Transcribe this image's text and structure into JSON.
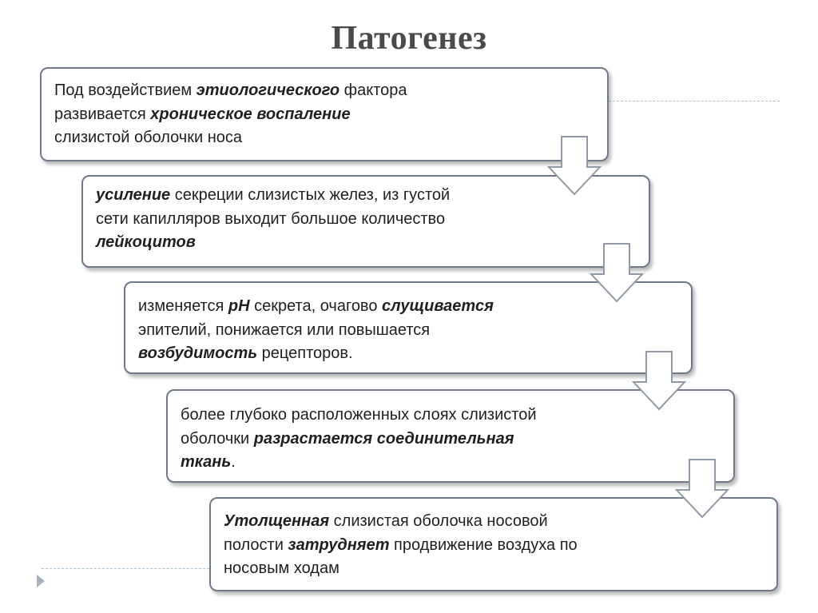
{
  "title": "Патогенез",
  "steps": [
    {
      "parts": [
        {
          "text": "Под воздействием ",
          "em": false
        },
        {
          "text": "этиологического",
          "em": true
        },
        {
          "text": " фактора",
          "em": false
        },
        {
          "br": true
        },
        {
          "text": "развивается ",
          "em": false
        },
        {
          "text": "хроническое воспаление",
          "em": true
        },
        {
          "br": true
        },
        {
          "text": "слизистой оболочки носа",
          "em": false
        }
      ]
    },
    {
      "parts": [
        {
          "text": "усиление",
          "em": true
        },
        {
          "text": " секреции слизистых желез, из густой",
          "em": false
        },
        {
          "br": true
        },
        {
          "text": "сети капилляров выходит большое количество",
          "em": false
        },
        {
          "br": true
        },
        {
          "text": "лейкоцитов",
          "em": true
        }
      ]
    },
    {
      "parts": [
        {
          "text": "изменяется ",
          "em": false
        },
        {
          "text": "рН",
          "em": true
        },
        {
          "text": " секрета, очагово ",
          "em": false
        },
        {
          "text": "слущивается",
          "em": true
        },
        {
          "br": true
        },
        {
          "text": "эпителий, понижается или повышается",
          "em": false
        },
        {
          "br": true
        },
        {
          "text": "возбудимость",
          "em": true
        },
        {
          "text": " рецепторов.",
          "em": false
        }
      ]
    },
    {
      "parts": [
        {
          "text": "более глубоко расположенных слоях слизистой",
          "em": false
        },
        {
          "br": true
        },
        {
          "text": "оболочки ",
          "em": false
        },
        {
          "text": "разрастается соединительная",
          "em": true
        },
        {
          "br": true
        },
        {
          "text": "ткань",
          "em": true
        },
        {
          "text": ".",
          "em": false
        }
      ]
    },
    {
      "parts": [
        {
          "text": "Утолщенная",
          "em": true
        },
        {
          "text": " слизистая оболочка носовой",
          "em": false
        },
        {
          "br": true
        },
        {
          "text": "полости ",
          "em": false
        },
        {
          "text": "затрудняет",
          "em": true
        },
        {
          "text": " продвижение воздуха по",
          "em": false
        },
        {
          "br": true
        },
        {
          "text": "носовым ходам",
          "em": false
        }
      ]
    }
  ]
}
